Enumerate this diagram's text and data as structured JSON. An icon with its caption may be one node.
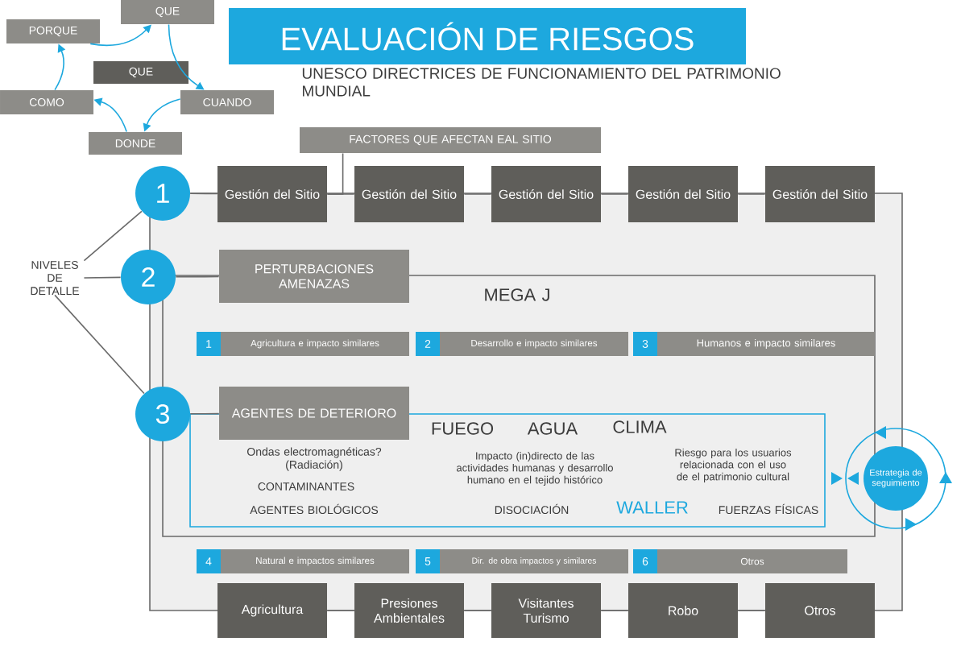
{
  "diagram": {
    "title": "EVALUACIÓN DE RIESGOS",
    "nodes": [
      {
        "text": [
          "QUE"
        ]
      },
      {
        "text": [
          "CUANDO"
        ]
      },
      {
        "text": [
          "DONDE"
        ]
      },
      {
        "text": [
          "COMO"
        ]
      },
      {
        "text": [
          "PORQUE"
        ]
      },
      {
        "text": [
          "QUE"
        ]
      },
      {
        "text": [
          "FACTORES QUE AFECTAN EAL SITIO"
        ]
      },
      {
        "text": [
          "1"
        ]
      },
      {
        "text": [
          "Gestión del Sitio"
        ]
      },
      {
        "text": [
          "Gestión del Sitio"
        ]
      },
      {
        "text": [
          "Gestión del Sitio"
        ]
      },
      {
        "text": [
          "Gestión del Sitio"
        ]
      },
      {
        "text": [
          "Gestión del Sitio"
        ]
      },
      {
        "text": [
          "NIVELES DE DETALLE"
        ]
      },
      {
        "text": [
          "2"
        ]
      },
      {
        "text": [
          "PERTURBACIONES AMENAZAS"
        ]
      },
      {
        "text": [
          "1",
          "Agricultura e impacto similares"
        ]
      },
      {
        "text": [
          "2",
          "Desarrollo e impacto similares"
        ]
      },
      {
        "text": [
          "3",
          "Humanos e impacto similares"
        ]
      },
      {
        "text": [
          "3"
        ]
      },
      {
        "text": [
          "AGENTES DE DETERIORO"
        ]
      },
      {
        "text": [
          "Estrategia de seguimiento"
        ]
      },
      {
        "text": [
          "4",
          "Natural e impactos similares"
        ]
      },
      {
        "text": [
          "5",
          "Dir. de obra impactos y similares"
        ]
      },
      {
        "text": [
          "6",
          "Otros"
        ]
      },
      {
        "text": [
          "Agricultura"
        ]
      },
      {
        "text": [
          "Presiones Ambientales"
        ]
      },
      {
        "text": [
          "Visitantes Turismo"
        ]
      },
      {
        "text": [
          "Robo"
        ]
      },
      {
        "text": [
          "Otros"
        ]
      }
    ],
    "edges": [
      {
        "from": 4,
        "to": 0,
        "arrow": "to",
        "color": "#1da8de"
      },
      {
        "from": 0,
        "to": 1,
        "arrow": "to",
        "color": "#1da8de"
      },
      {
        "from": 1,
        "to": 2,
        "arrow": "to",
        "color": "#1da8de"
      },
      {
        "from": 2,
        "to": 3,
        "arrow": "to",
        "color": "#1da8de"
      },
      {
        "from": 3,
        "to": 4,
        "arrow": "to",
        "color": "#1da8de"
      },
      {
        "from": 6,
        "to": 8,
        "arrow": "none"
      },
      {
        "from": 7,
        "to": 8,
        "arrow": "none"
      },
      {
        "from": 8,
        "to": 9,
        "arrow": "none"
      },
      {
        "from": 9,
        "to": 10,
        "arrow": "none"
      },
      {
        "from": 10,
        "to": 11,
        "arrow": "none"
      },
      {
        "from": 11,
        "to": 12,
        "arrow": "none"
      },
      {
        "from": 13,
        "to": 7,
        "arrow": "none"
      },
      {
        "from": 13,
        "to": 14,
        "arrow": "none"
      },
      {
        "from": 13,
        "to": 19,
        "arrow": "none"
      },
      {
        "from": 14,
        "to": 15,
        "arrow": "none"
      },
      {
        "from": 19,
        "to": 20,
        "arrow": "none"
      },
      {
        "from": 25,
        "to": 26,
        "arrow": "none"
      },
      {
        "from": 26,
        "to": 27,
        "arrow": "none"
      },
      {
        "from": 27,
        "to": 28,
        "arrow": "none"
      },
      {
        "from": 28,
        "to": 29,
        "arrow": "none"
      }
    ],
    "labels": [
      "UNESCO DIRECTRICES DE FUNCIONAMIENTO DEL PATRIMONIO MUNDIAL",
      "MEGA J",
      "FUEGO",
      "AGUA",
      "CLIMA",
      "Ondas electromagnéticas? (Radiación)",
      "Impacto (in)directo de las actividades humanas y desarrollo humano en el tejido histórico",
      "Riesgo para los usuarios relacionada con el uso de el patrimonio cultural",
      "CONTAMINANTES",
      "AGENTES BIOLÓGICOS",
      "DISOCIACIÓN",
      "WALLER",
      "FUERZAS FÍSICAS"
    ]
  }
}
